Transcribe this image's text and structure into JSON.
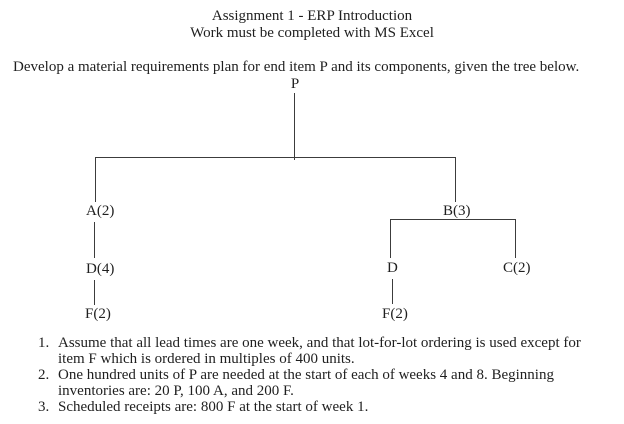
{
  "page": {
    "title_line1": "Assignment 1 - ERP Introduction",
    "title_line2": "Work must be completed with MS Excel",
    "intro": "Develop a material requirements plan for end item P and its components, given the tree below."
  },
  "tree": {
    "nodes": {
      "p": {
        "label": "P"
      },
      "a": {
        "label": "A(2)"
      },
      "d_left": {
        "label": "D(4)"
      },
      "f_left": {
        "label": "F(2)"
      },
      "b": {
        "label": "B(3)"
      },
      "d_right": {
        "label": "D"
      },
      "c": {
        "label": "C(2)"
      },
      "f_right": {
        "label": "F(2)"
      }
    }
  },
  "notes": {
    "items": [
      {
        "num": "1.",
        "text": "Assume that all lead times are one week, and that lot-for-lot ordering is used except for item F which is ordered in multiples of 400 units."
      },
      {
        "num": "2.",
        "text": "One hundred units of P are needed at the start of each of weeks 4 and 8. Beginning inventories are: 20 P, 100 A, and 200 F."
      },
      {
        "num": "3.",
        "text": "Scheduled receipts are: 800 F at the start of week 1."
      }
    ]
  },
  "colors": {
    "background": "#ffffff",
    "text": "#1f1f1f",
    "line": "#3c3c3c"
  }
}
